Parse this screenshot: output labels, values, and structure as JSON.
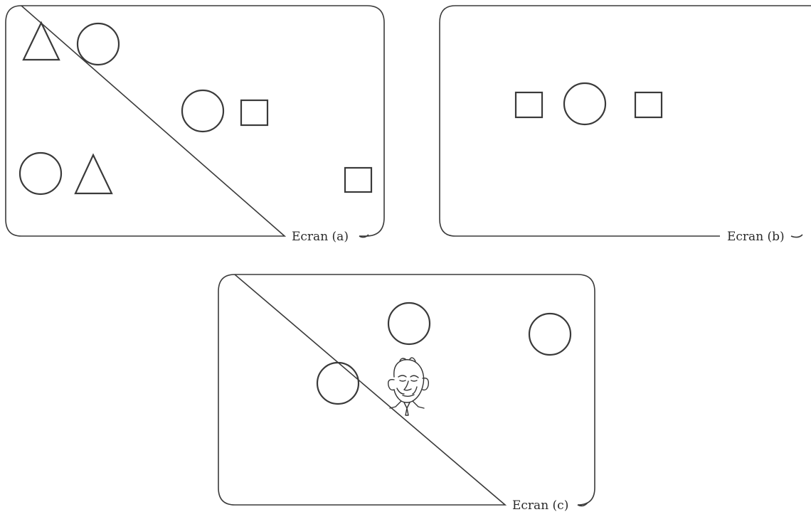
{
  "screens": [
    {
      "id": "a",
      "caption": "Ecran (a)",
      "shapes": [
        "triangle",
        "circle",
        "circle",
        "square",
        "circle",
        "triangle",
        "square"
      ]
    },
    {
      "id": "b",
      "caption": "Ecran (b)",
      "shapes": [
        "square",
        "circle",
        "square"
      ]
    },
    {
      "id": "c",
      "caption": "Ecran (c)",
      "shapes": [
        "circle",
        "circle",
        "circle",
        "face-drawing"
      ]
    }
  ],
  "colors": {
    "stroke": "#3a3a3a",
    "background": "#ffffff"
  },
  "icons": {
    "triangle": "triangle-icon",
    "circle": "circle-icon",
    "square": "square-icon",
    "face": "face-drawing-icon"
  }
}
